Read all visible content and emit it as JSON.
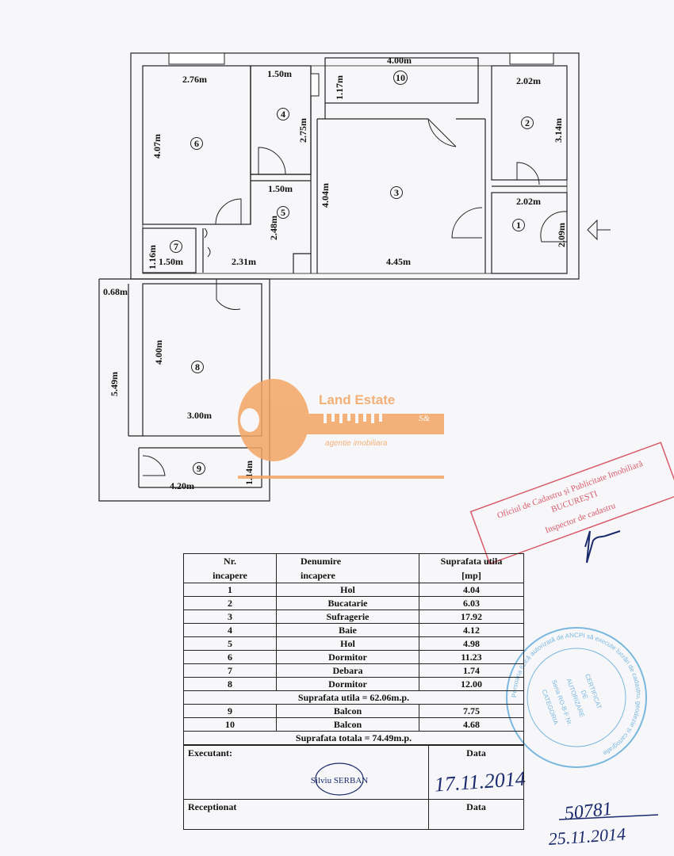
{
  "floor_plan": {
    "rooms": [
      {
        "number": "1"
      },
      {
        "number": "2"
      },
      {
        "number": "3"
      },
      {
        "number": "4"
      },
      {
        "number": "5"
      },
      {
        "number": "6"
      },
      {
        "number": "7"
      },
      {
        "number": "8"
      },
      {
        "number": "9"
      },
      {
        "number": "10"
      }
    ],
    "dimensions": {
      "d_6w": "2.76m",
      "d_6h": "4.07m",
      "d_4w": "1.50m",
      "d_4h": "2.75m",
      "d_10w": "4.00m",
      "d_10h": "1.17m",
      "d_2w": "2.02m",
      "d_2h": "3.14m",
      "d_5w": "1.50m",
      "d_5h": "2.48m",
      "d_3h": "4.04m",
      "d_1w": "2.02m",
      "d_1h": "2.09m",
      "d_7h": "1.16m",
      "d_7w": "1.50m",
      "d_hall": "2.31m",
      "d_3w": "4.45m",
      "d_9a": "0.68m",
      "d_9h": "5.49m",
      "d_8h": "4.00m",
      "d_8w": "3.00m",
      "d_9b": "1.14m",
      "d_9w": "4.20m"
    }
  },
  "logo": {
    "title": "Land Estate",
    "subtitle": "agentie imobiliara",
    "mark": "S&"
  },
  "stamp_cadastru": {
    "line1": "Oficiul de Cadastru și Publicitate Imobiliară",
    "line2": "BUCUREȘTI",
    "line3": "Inspector de cadastru"
  },
  "stamp_anc": {
    "ring": "Persoana fizică autorizată de ANCPI să execute lucrări de cadastru, geodezie și cartografie",
    "center1": "CERTIFICAT",
    "center2": "DE",
    "center3": "AUTORIZARE",
    "series": "Seria RO-B-F Nr.",
    "category": "CATEGORIA"
  },
  "table": {
    "headers": {
      "nr_1": "Nr.",
      "nr_2": "incapere",
      "den_1": "Denumire",
      "den_2": "incapere",
      "sup_1": "Suprafata utila",
      "sup_2": "[mp]"
    },
    "rows": [
      {
        "nr": "1",
        "name": "Hol",
        "area": "4.04"
      },
      {
        "nr": "2",
        "name": "Bucatarie",
        "area": "6.03"
      },
      {
        "nr": "3",
        "name": "Sufragerie",
        "area": "17.92"
      },
      {
        "nr": "4",
        "name": "Baie",
        "area": "4.12"
      },
      {
        "nr": "5",
        "name": "Hol",
        "area": "4.98"
      },
      {
        "nr": "6",
        "name": "Dormitor",
        "area": "11.23"
      },
      {
        "nr": "7",
        "name": "Debara",
        "area": "1.74"
      },
      {
        "nr": "8",
        "name": "Dormitor",
        "area": "12.00"
      }
    ],
    "subtotal": "Suprafata utila = 62.06m.p.",
    "balcony_rows": [
      {
        "nr": "9",
        "name": "Balcon",
        "area": "7.75"
      },
      {
        "nr": "10",
        "name": "Balcon",
        "area": "4.68"
      }
    ],
    "total": "Suprafata totala = 74.49m.p."
  },
  "signature_table": {
    "executant_label": "Executant:",
    "executant_name": "Silviu SERBAN",
    "data_label": "Data",
    "data_value": "17.11.2014",
    "receptionat_label": "Receptionat",
    "data_label_2": "Data"
  },
  "handwriting": {
    "number": "50781",
    "date": "25.11.2014"
  },
  "colors": {
    "logo": "#f3a463",
    "stamp_red": "#d85a6a",
    "stamp_blue": "#5aa8d8",
    "ink": "#1a2a6c"
  }
}
